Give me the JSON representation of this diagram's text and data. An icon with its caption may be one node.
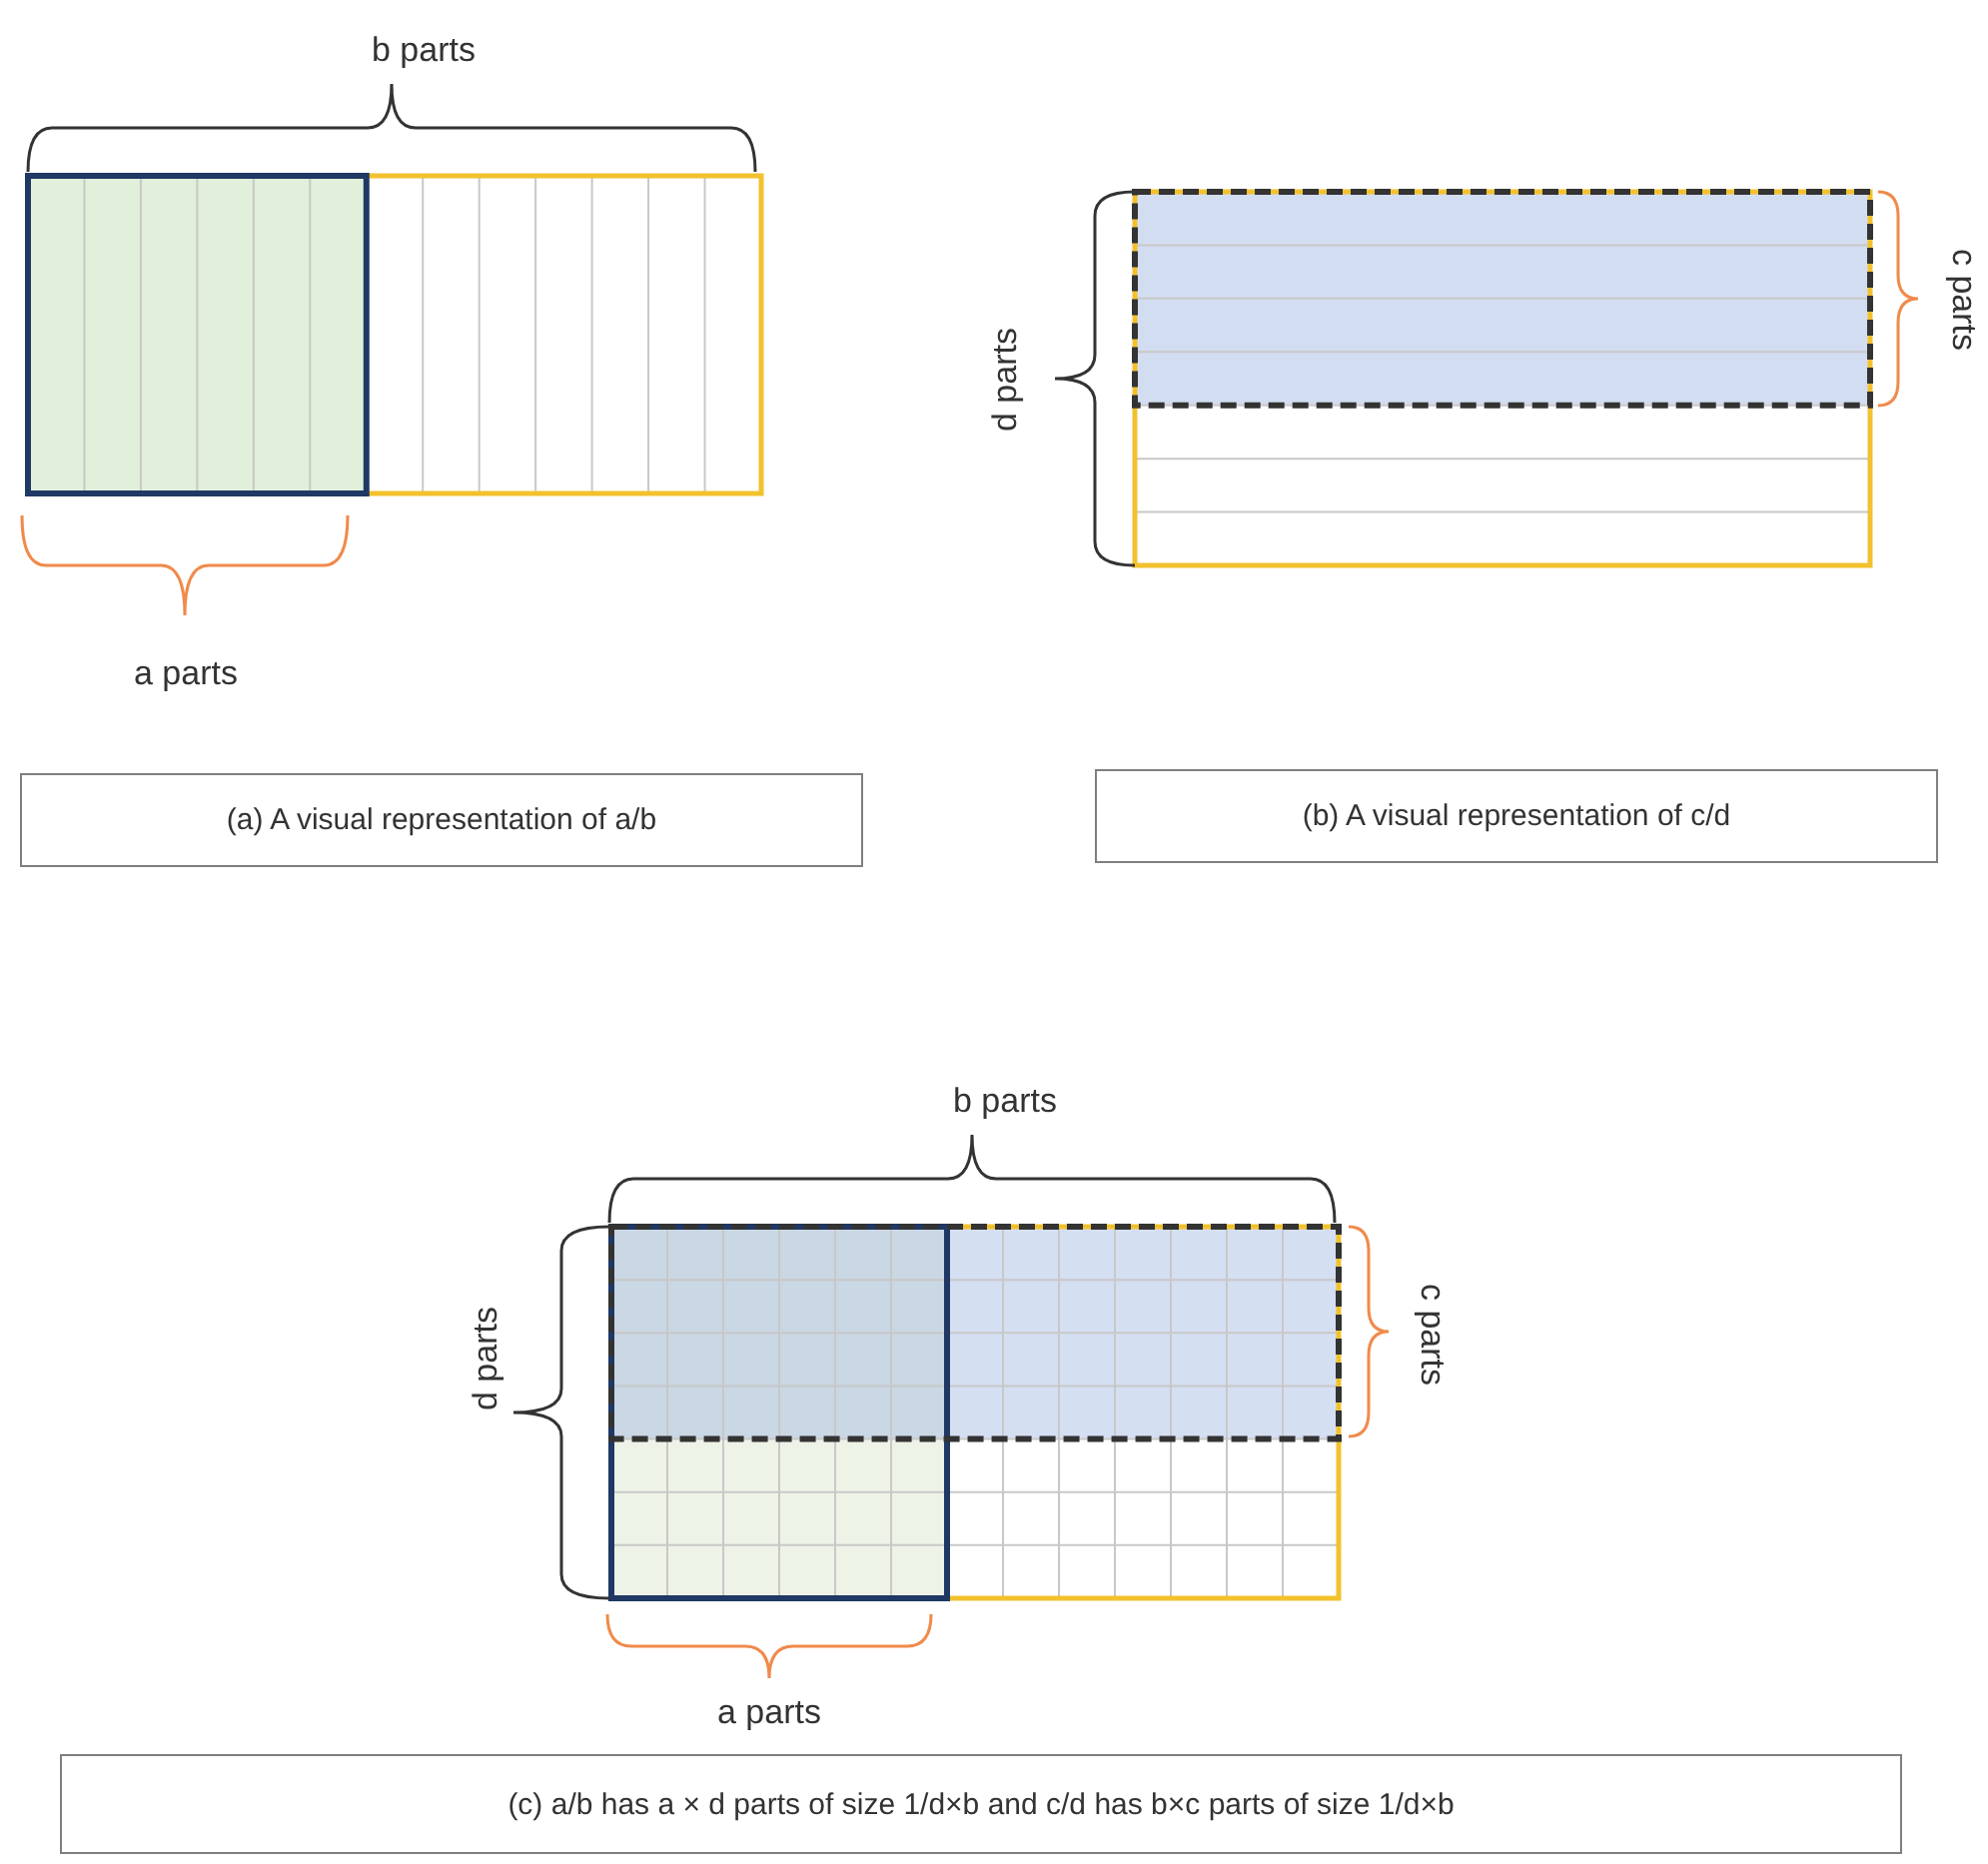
{
  "diagram": {
    "nodes": [
      {
        "text": [
          "(a) A visual representation of a/b"
        ]
      },
      {
        "text": [
          "(b) A visual representation of c/d"
        ]
      },
      {
        "text": [
          "(c) a/b has a × d parts of size 1/d×b and c/d has b×c parts of size 1/d×b"
        ]
      }
    ],
    "labels": [
      "b parts",
      "a parts",
      "d parts",
      "c parts",
      "b parts",
      "d parts",
      "c parts",
      "a parts"
    ]
  }
}
